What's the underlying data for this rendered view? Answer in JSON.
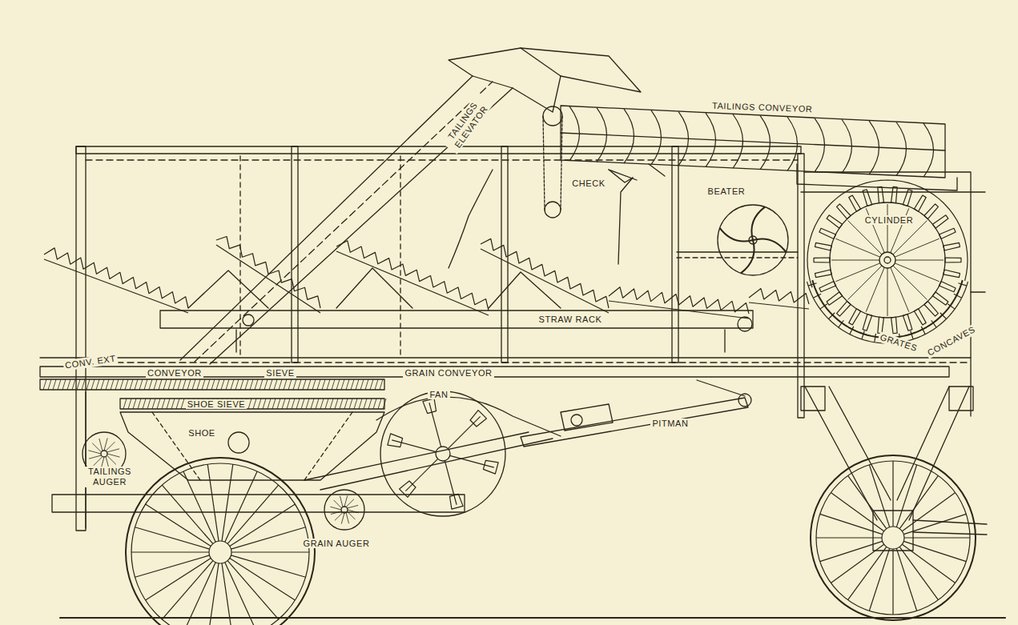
{
  "diagram": {
    "labels": [
      "TAILINGS ELEVATOR",
      "TAILINGS CONVEYOR",
      "CHECK",
      "BEATER",
      "CYLINDER",
      "STRAW RACK",
      "GRATES",
      "CONCAVES",
      "CONV. EXT",
      "CONVEYOR",
      "SIEVE",
      "GRAIN CONVEYOR",
      "SHOE SIEVE",
      "SHOE",
      "FAN",
      "PITMAN",
      "TAILINGS AUGER",
      "GRAIN AUGER"
    ]
  }
}
